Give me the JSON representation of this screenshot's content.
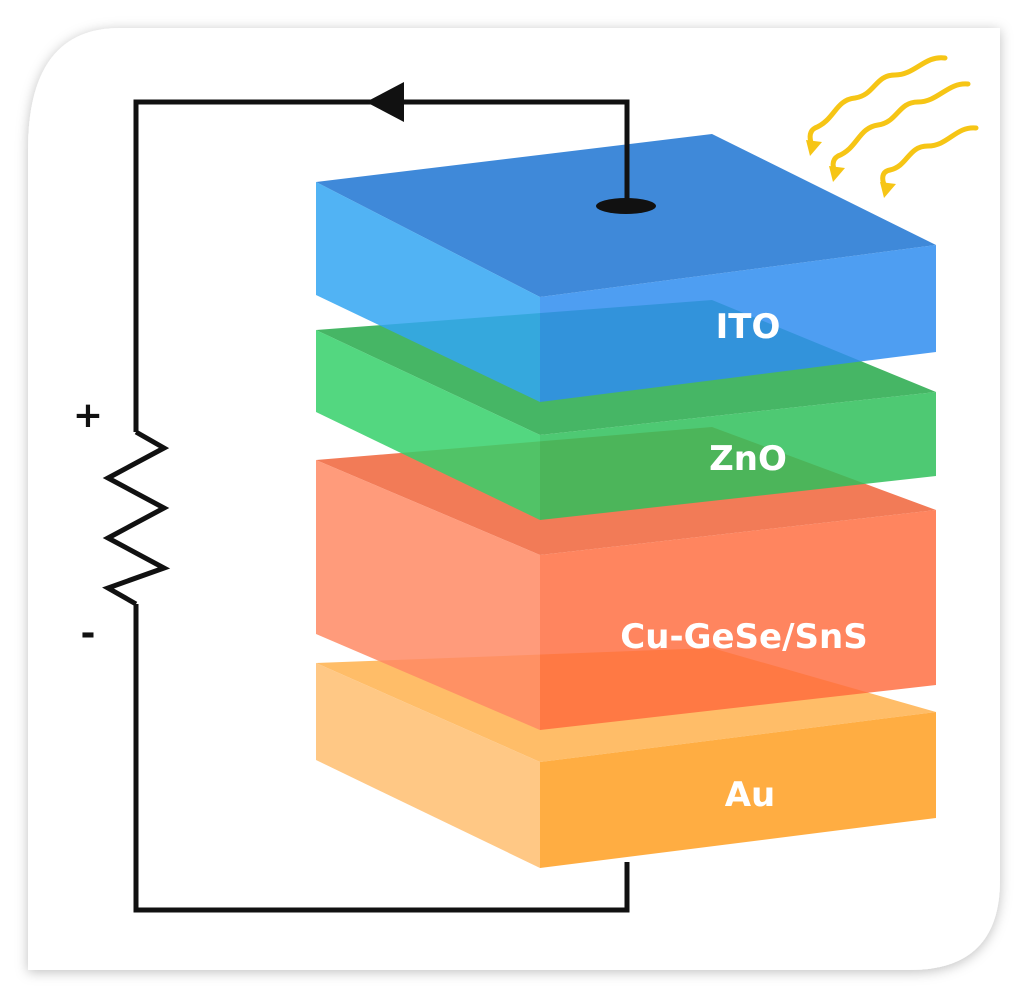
{
  "layers": [
    {
      "key": "ito",
      "label": "ITO",
      "color": "#2f8df0"
    },
    {
      "key": "zno",
      "label": "ZnO",
      "color": "#2fbf5a"
    },
    {
      "key": "absorber",
      "label": "Cu-GeSe/SnS",
      "color": "#ff6a3c"
    },
    {
      "key": "au",
      "label": "Au",
      "color": "#ffa632"
    }
  ],
  "circuit": {
    "positive_label": "+",
    "negative_label": "-",
    "wire_color": "#111111"
  },
  "light_color": "#f6c515"
}
